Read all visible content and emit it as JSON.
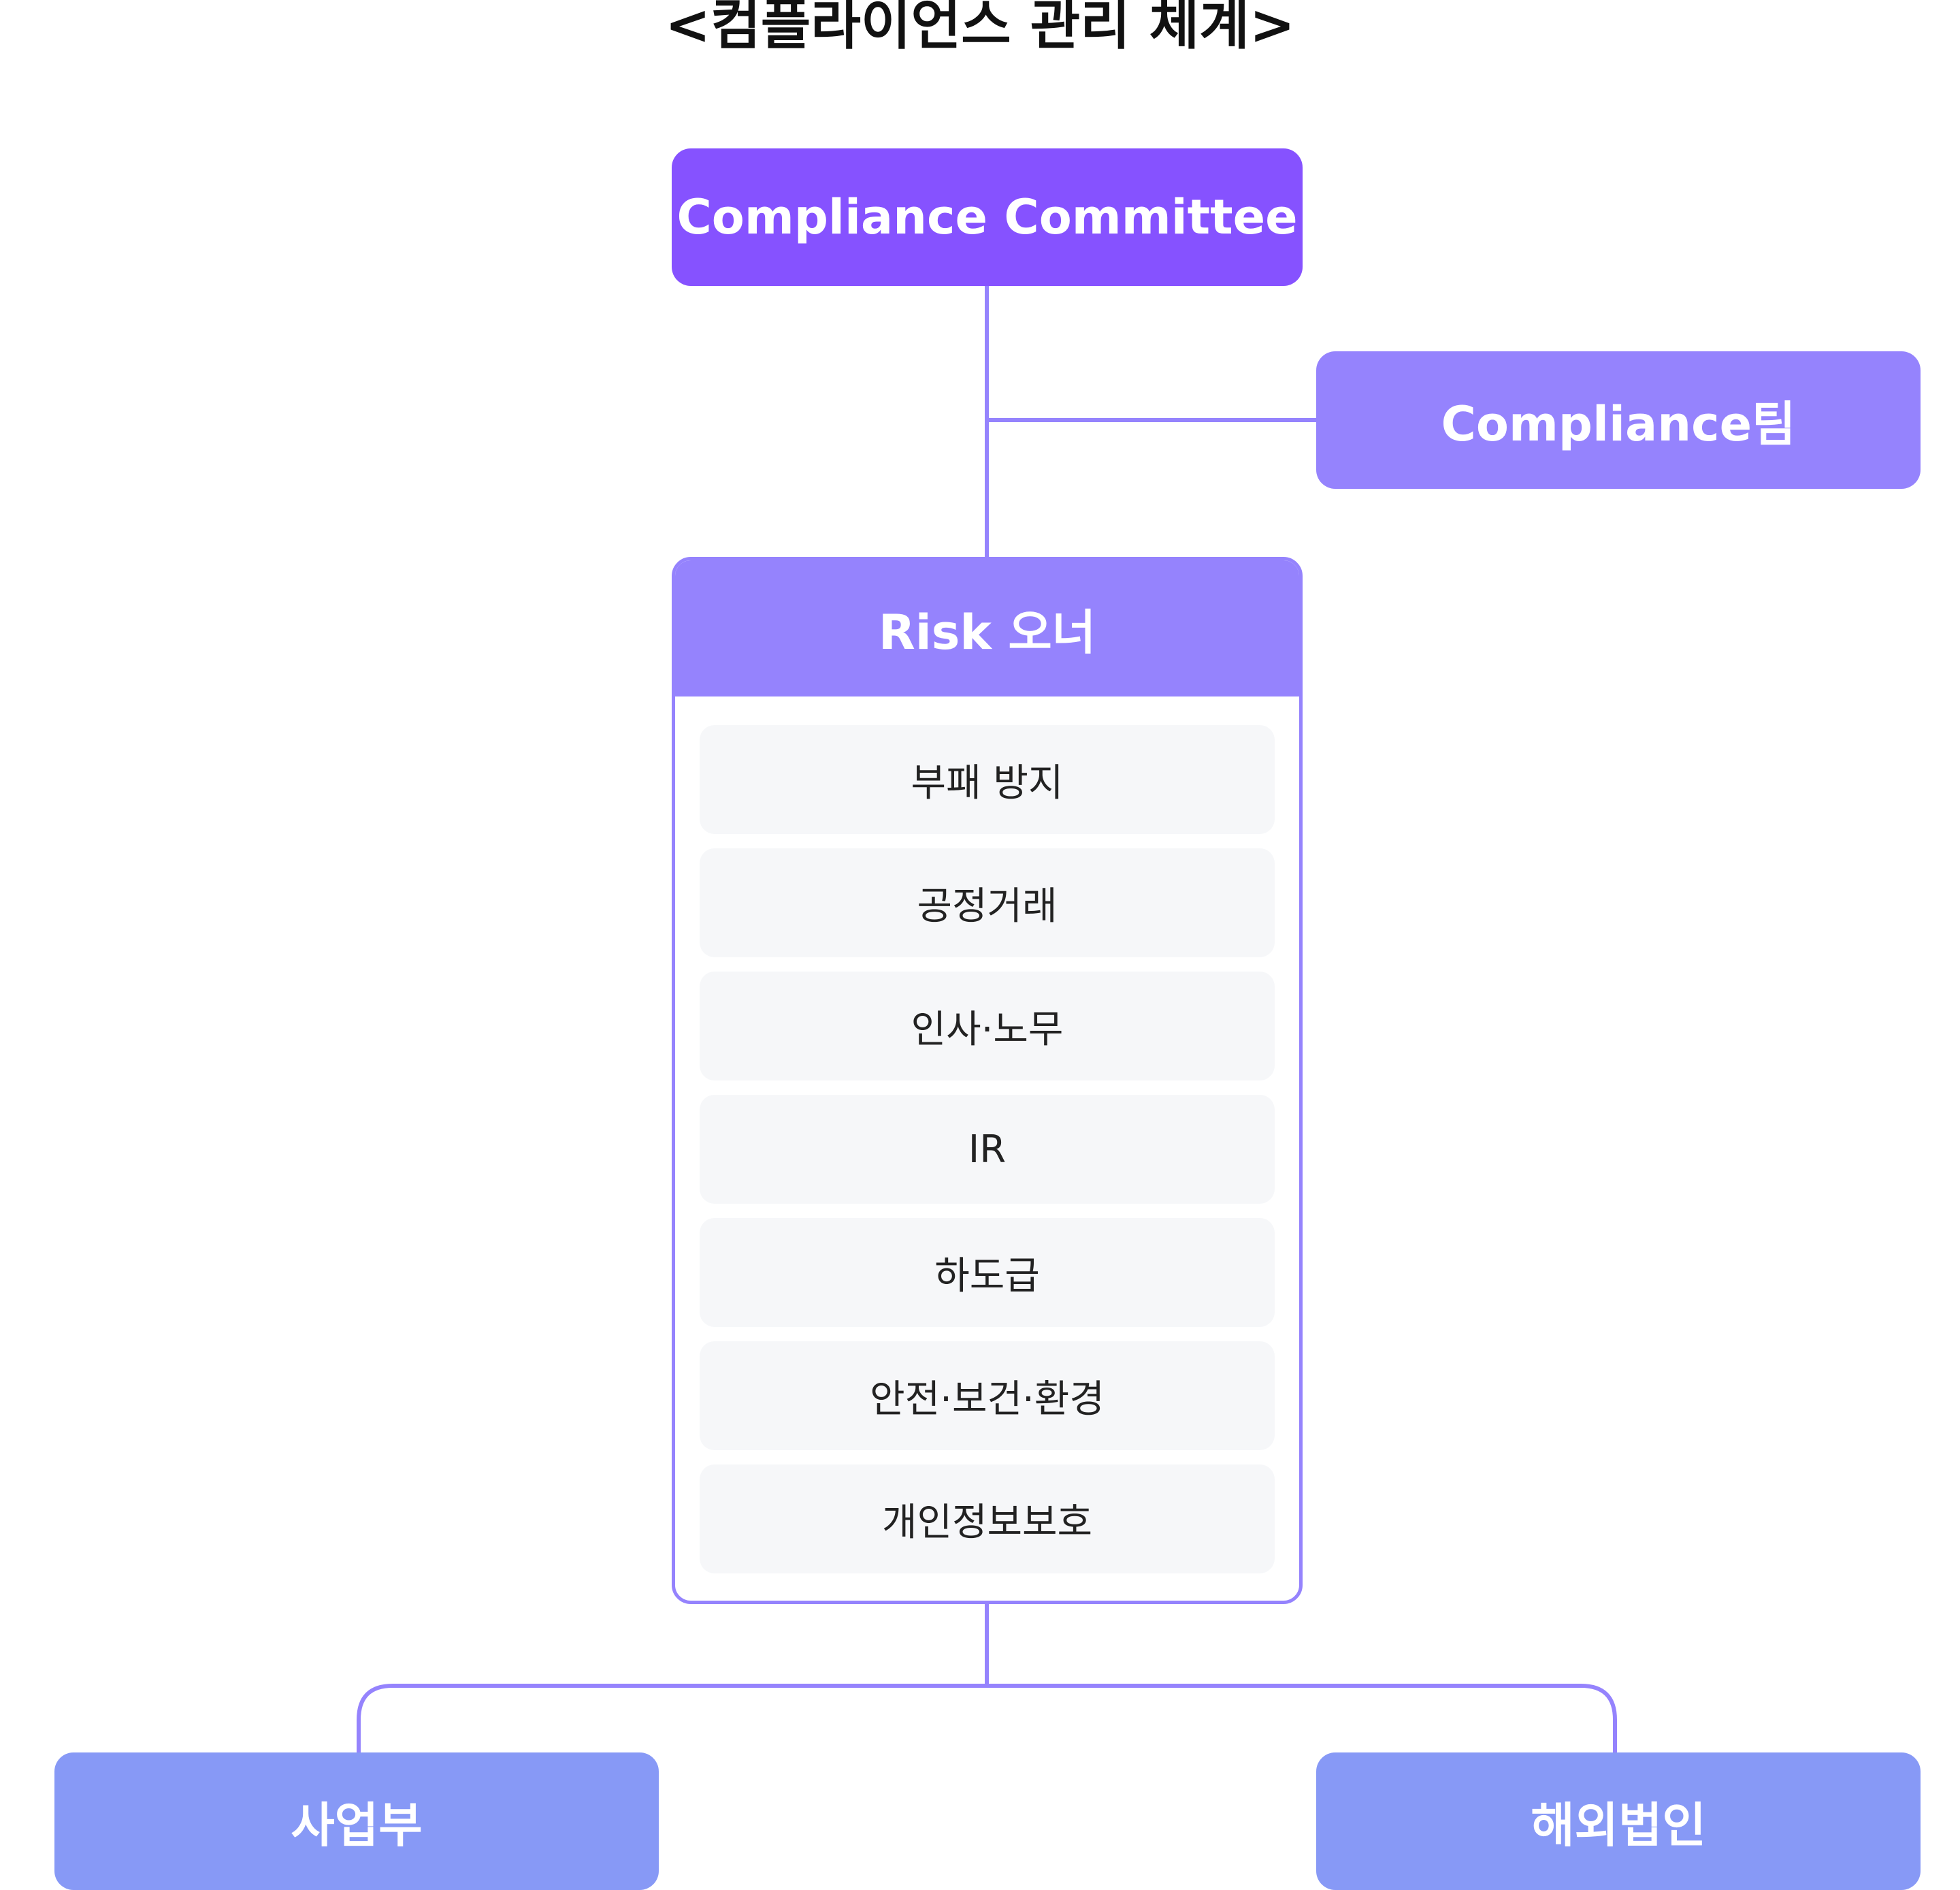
{
  "title": "<컴플라이언스 관리 체계>",
  "committee": {
    "label": "Compliance Committee"
  },
  "team": {
    "label": "Compliance팀"
  },
  "risk_owner": {
    "label": "Risk 오너",
    "items": [
      "부패 방지",
      "공정거래",
      "인사·노무",
      "IR",
      "하도급",
      "안전·보건·환경",
      "개인정보보호"
    ]
  },
  "division": {
    "label": "사업부"
  },
  "overseas": {
    "label": "해외법인"
  },
  "colors": {
    "committee": "#8652ff",
    "team": "#9583fd",
    "risk_header": "#9583fd",
    "bottom_nodes": "#8799f6",
    "connector": "#9583fd",
    "item_bg": "#f6f7f9"
  }
}
